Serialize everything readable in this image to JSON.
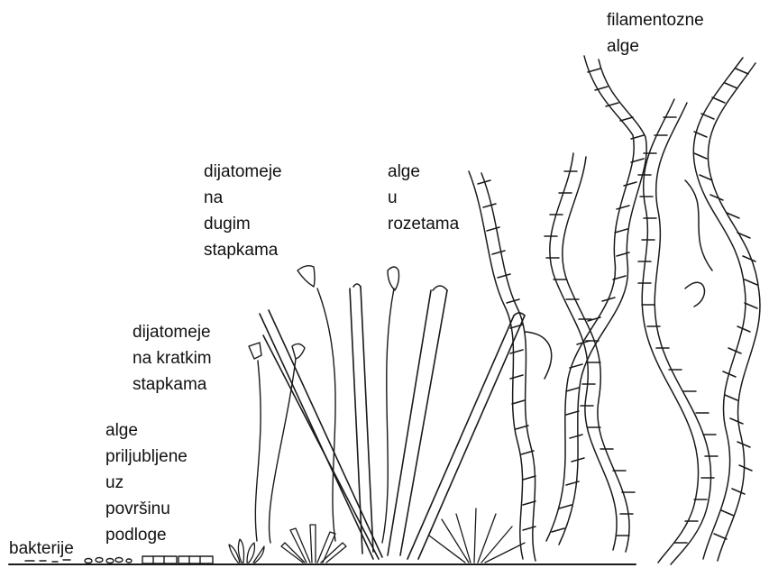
{
  "labels": {
    "bacteria": [
      "bakterije"
    ],
    "adnate": [
      "alge",
      "priljubljene",
      "uz",
      "površinu",
      "podloge"
    ],
    "short_stalk": [
      "dijatomeje",
      "na kratkim",
      "stapkama"
    ],
    "long_stalk": [
      "dijatomeje",
      "na",
      "dugim",
      "stapkama"
    ],
    "rosette": [
      "alge",
      "u",
      "rozetama"
    ],
    "filamentous": [
      "filamentozne",
      "alge"
    ]
  },
  "colors": {
    "ink": "#1a1a1a",
    "text": "#111111",
    "background": "#ffffff"
  }
}
